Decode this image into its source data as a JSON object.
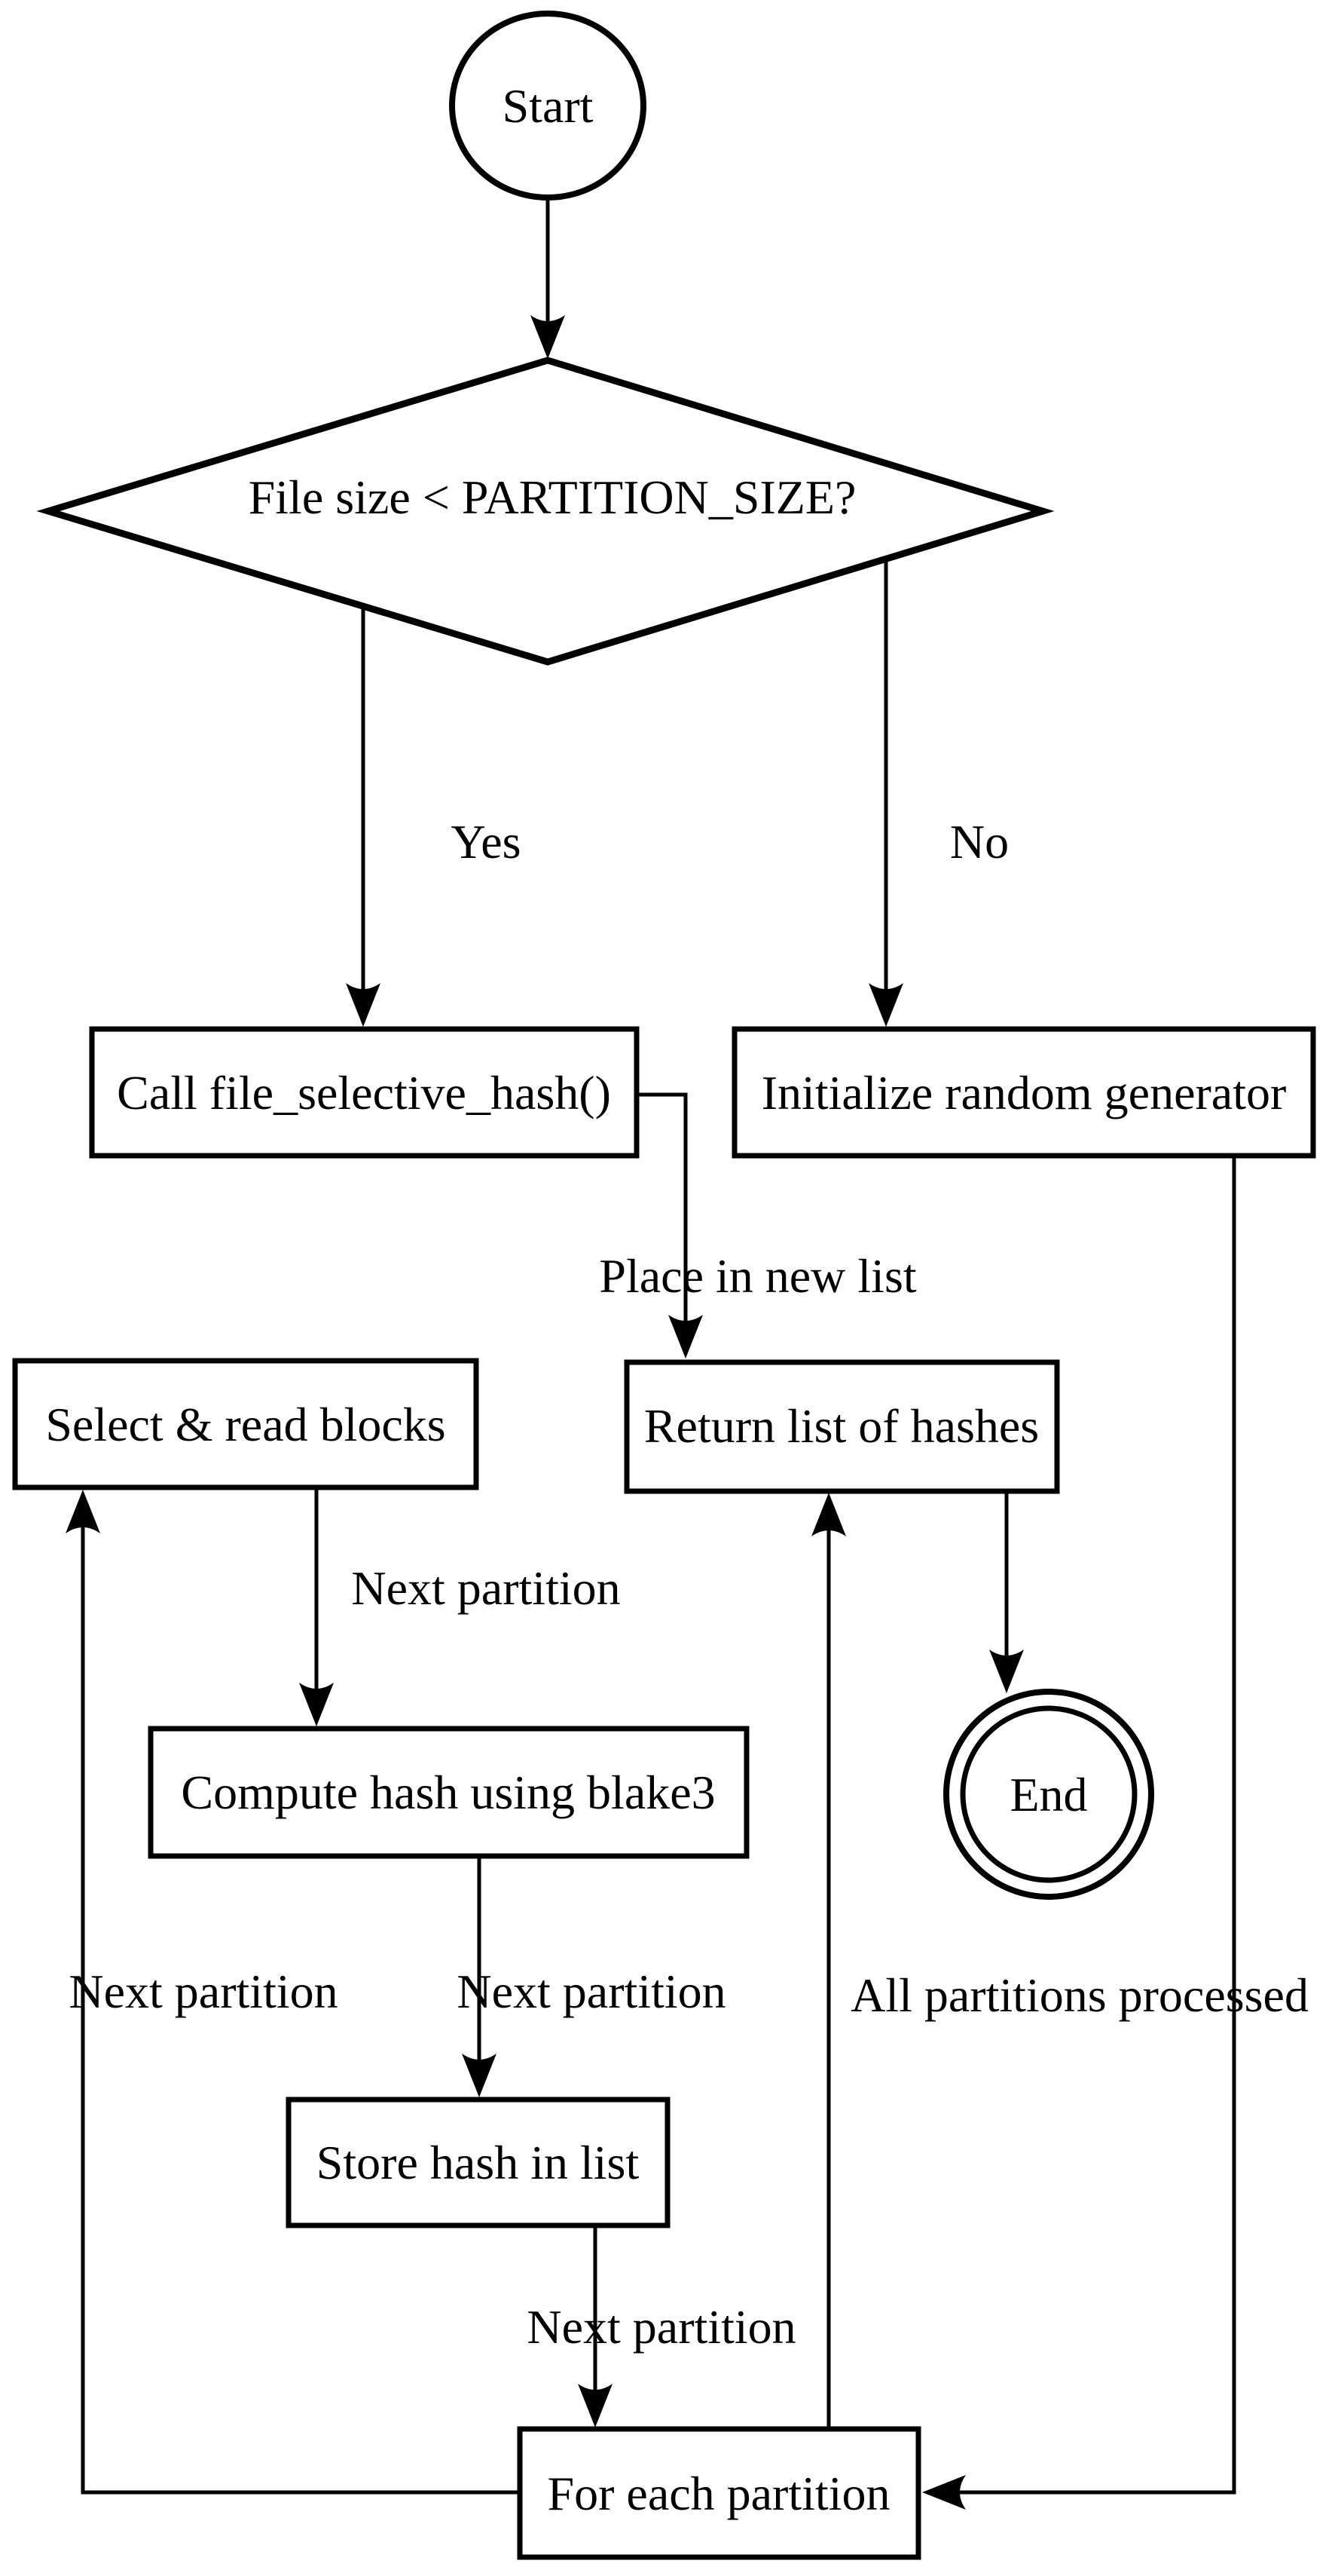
{
  "diagram": {
    "type": "flowchart",
    "nodes": {
      "start": {
        "label": "Start",
        "shape": "circle"
      },
      "decision": {
        "label": "File size < PARTITION_SIZE?",
        "shape": "diamond"
      },
      "call_hash": {
        "label": "Call file_selective_hash()",
        "shape": "rect"
      },
      "init_random": {
        "label": "Initialize random generator",
        "shape": "rect"
      },
      "select_blocks": {
        "label": "Select & read blocks",
        "shape": "rect"
      },
      "return_list": {
        "label": "Return list of hashes",
        "shape": "rect"
      },
      "compute_hash": {
        "label": "Compute hash using blake3",
        "shape": "rect"
      },
      "store_hash": {
        "label": "Store hash in list",
        "shape": "rect"
      },
      "for_each": {
        "label": "For each partition",
        "shape": "rect"
      },
      "end": {
        "label": "End",
        "shape": "double-circle"
      }
    },
    "edge_labels": {
      "yes": "Yes",
      "no": "No",
      "place_in_new_list": "Place in new list",
      "next_partition_select_to_compute": "Next partition",
      "next_partition_loop_left": "Next partition",
      "next_partition_compute_to_store": "Next partition",
      "next_partition_store_to_foreach": "Next partition",
      "all_partitions_processed": "All partitions processed"
    },
    "colors": {
      "stroke": "#000000",
      "text": "#000000",
      "background": "#ffffff"
    }
  }
}
